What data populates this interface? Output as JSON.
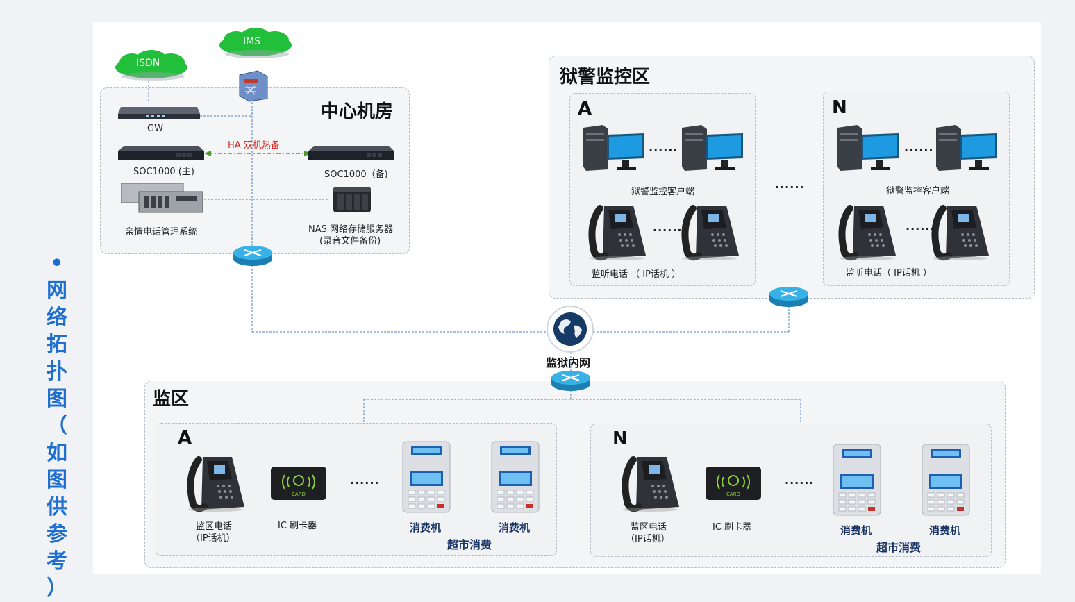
{
  "side_label": [
    "•",
    "网",
    "络",
    "拓",
    "扑",
    "图",
    "（",
    "如",
    "图",
    "供",
    "参",
    "考",
    "）"
  ],
  "clouds": {
    "isdn": "ISDN",
    "ims": "IMS"
  },
  "center_room": {
    "title": "中心机房",
    "gw": "GW",
    "ha": "HA 双机热备",
    "soc_main": "SOC1000 (主)",
    "soc_backup": "SOC1000（备)",
    "family_system": "亲情电话管理系统",
    "nas_line1": "NAS 网络存储服务器",
    "nas_line2": "(录音文件备份)"
  },
  "guard_zone": {
    "title": "狱警监控区",
    "a": {
      "letter": "A",
      "client": "狱警监控客户端",
      "phone": "监听电话 （ IP话机 ）",
      "dots1": "......",
      "dots2": "......"
    },
    "n": {
      "letter": "N",
      "client": "狱警监控客户端",
      "phone": "监听电话（ IP话机 ）",
      "dots1": "......",
      "dots2": "......"
    },
    "between": "......"
  },
  "network": {
    "label": "监狱内网"
  },
  "cell_zone": {
    "title": "监区",
    "a": {
      "letter": "A",
      "phone1": "监区电话",
      "phone2": "（IP话机）",
      "reader": "IC 刷卡器",
      "dots": "......",
      "pos1": "消费机",
      "pos2": "消费机",
      "market": "超市消费"
    },
    "n": {
      "letter": "N",
      "phone1": "监区电话",
      "phone2": "（IP话机）",
      "reader": "IC 刷卡器",
      "dots": "......",
      "pos1": "消费机",
      "pos2": "消费机",
      "market": "超市消费"
    }
  },
  "card_text": "CARD",
  "colors": {
    "accent": "#1f6fd1",
    "cloud": "#22c03a",
    "ha": "#d6261f",
    "router": "#2a9fd6",
    "monitor": "#1e9be0"
  }
}
